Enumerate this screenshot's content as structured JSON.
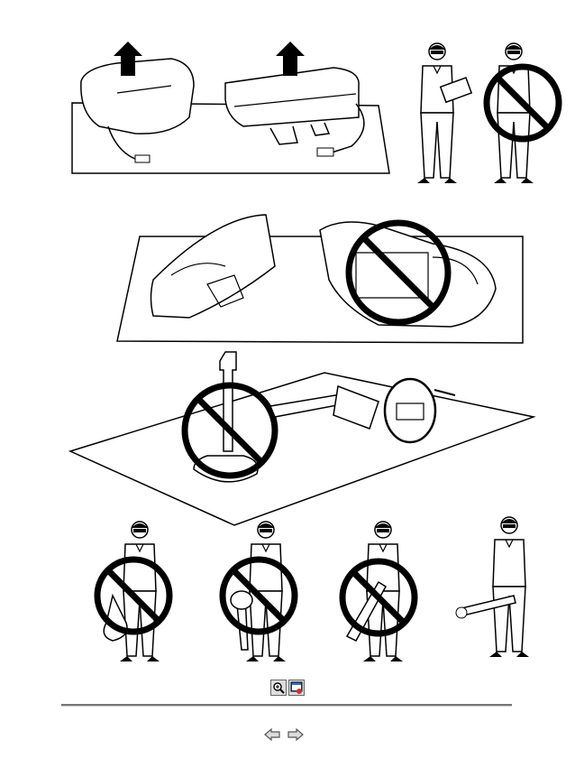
{
  "figure": {
    "panels": [
      {
        "id": "airbag-modules",
        "prohibited": false
      },
      {
        "id": "worker-carry-box",
        "prohibited": false
      },
      {
        "id": "instrument-panel",
        "prohibited": true
      },
      {
        "id": "column-upright",
        "prohibited": true
      },
      {
        "id": "carry-by-wire",
        "prohibited": true
      },
      {
        "id": "carry-upside-down",
        "prohibited": true
      },
      {
        "id": "carry-by-shaft",
        "prohibited": true
      },
      {
        "id": "carry-correct",
        "prohibited": false
      }
    ]
  },
  "toolbar": {
    "icons": [
      "zoom-in-icon",
      "view-window-icon"
    ]
  },
  "navigation": {
    "icons": [
      "arrow-left-icon",
      "arrow-right-icon"
    ]
  }
}
